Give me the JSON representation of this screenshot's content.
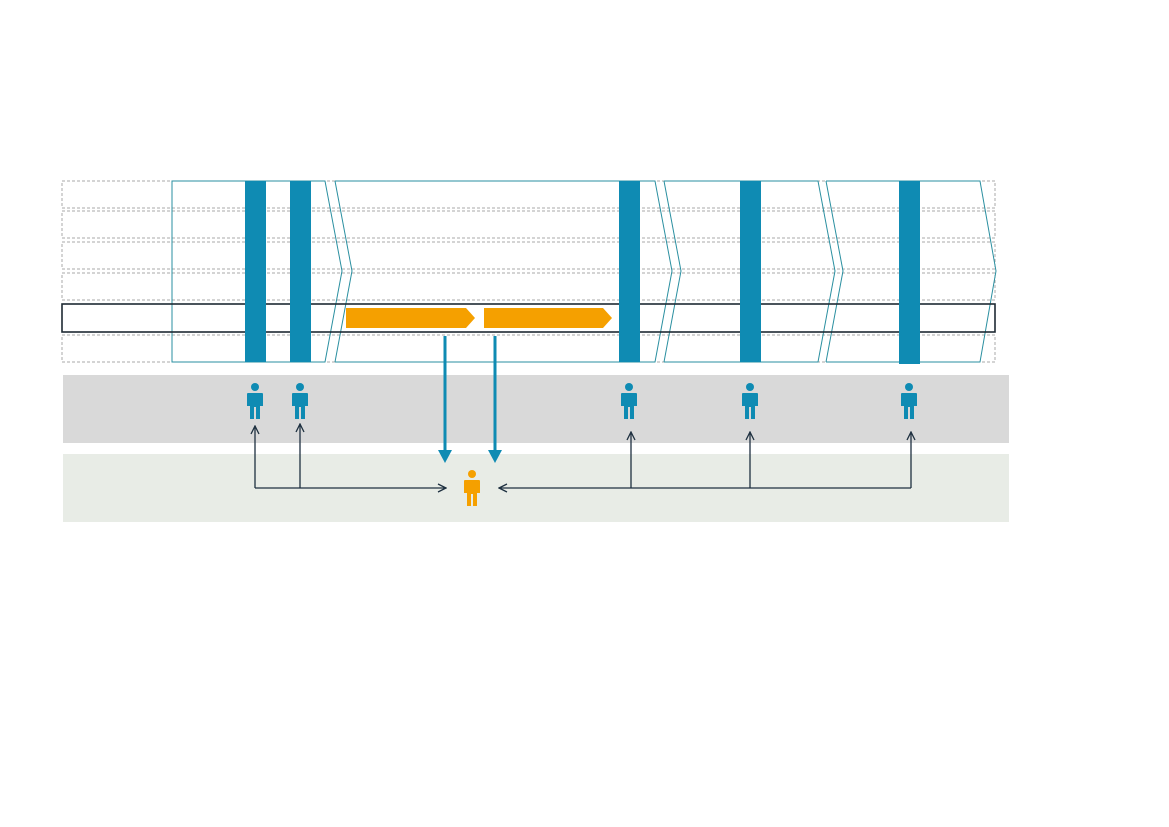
{
  "diagram": {
    "lanes": [
      {
        "id": "lane-1",
        "highlighted": false
      },
      {
        "id": "lane-2",
        "highlighted": false
      },
      {
        "id": "lane-3",
        "highlighted": false
      },
      {
        "id": "lane-4",
        "highlighted": false
      },
      {
        "id": "lane-5",
        "highlighted": true
      },
      {
        "id": "lane-6",
        "highlighted": false
      }
    ],
    "phases": [
      {
        "id": "phase-1"
      },
      {
        "id": "phase-2"
      },
      {
        "id": "phase-3"
      },
      {
        "id": "phase-4"
      }
    ],
    "milestones": [
      "milestone-1",
      "milestone-2",
      "milestone-3",
      "milestone-4",
      "milestone-5"
    ],
    "activities": [
      "activity-1",
      "activity-2"
    ],
    "people": {
      "stakeholders": 5,
      "coordinator": 1
    },
    "colors": {
      "teal": "#0f8bb3",
      "orange": "#f5a000",
      "dark": "#1e3040",
      "grey_band": "#d9d9d9",
      "green_band": "#e8ece6",
      "dashed": "#a9a9a9",
      "outline": "#2a8fa0"
    }
  }
}
